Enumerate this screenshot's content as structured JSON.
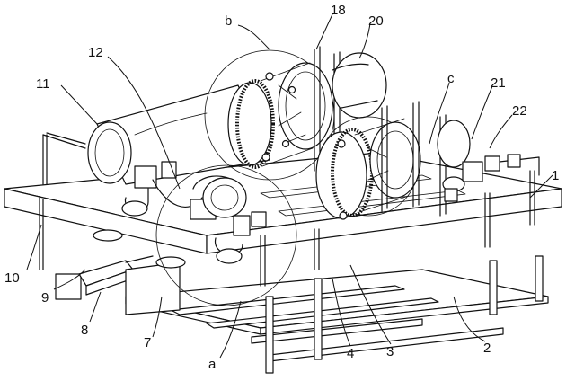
{
  "labels": {
    "l1": "1",
    "l2": "2",
    "l3": "3",
    "l4": "4",
    "l7": "7",
    "l8": "8",
    "l9": "9",
    "l10": "10",
    "l11": "11",
    "l12": "12",
    "l18": "18",
    "l20": "20",
    "l21": "21",
    "l22": "22",
    "la": "a",
    "lb": "b",
    "lc": "c"
  }
}
